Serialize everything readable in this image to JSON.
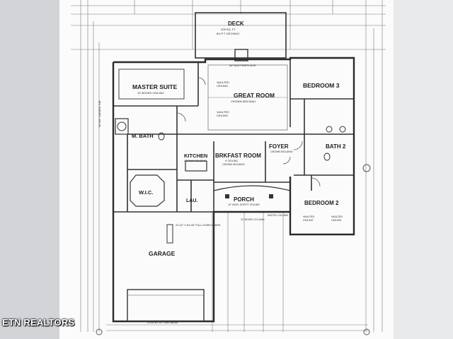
{
  "plan": {
    "rooms": {
      "deck": "DECK",
      "master_suite": "MASTER SUITE",
      "great_room": "GREAT ROOM",
      "bedroom_3": "BEDROOM 3",
      "m_bath": "M. BATH",
      "kitchen": "KITCHEN",
      "brkfast_room": "BRKFAST ROOM",
      "foyer": "FOYER",
      "bath_2": "BATH 2",
      "wic": "W.I.C.",
      "lau": "LAU.",
      "porch": "PORCH",
      "bedroom_2": "BEDROOM 2",
      "garage": "GARAGE"
    },
    "notes": {
      "deck_area": "208 SQ. FT.",
      "deck_ceiling": "8/4 P.T. DECKING",
      "master_ceiling": "10' BOXED CEILING",
      "fireplace": "36\"GAS FIREPLACE",
      "vaulted_1": "VAULTED",
      "vaulted_2": "CEILING",
      "crown_1": "VAULTED",
      "crown_2": "CEILING",
      "crown_3": "CROWN MOLDING",
      "kitchen_sub": "CROWN MOLDING",
      "brk_sub_1": "9' CEILING",
      "brk_sub_2": "CROWN MOLDING",
      "foyer_sub": "CROWN MOLDING",
      "porch_sub": "10' VINYL SOFFIT CEILING",
      "bed2_note_1": "VAULTED",
      "bed2_note_2": "CEILING",
      "bed2_note_3": "VAULTED",
      "bed2_note_4": "CEILING",
      "garage_stairs": "22-1/2\" X 54-1/8\" FULL-DOWN STAIRS",
      "beam": "3-2X8 W/ 1/2\" LAM. BEAM",
      "tub": "60\"X60\" GARDEN TUB",
      "columns": "8X8 PSL COLUMN",
      "boxed_columns": "12\" BOXED COLUMN"
    }
  },
  "watermark": "ETN REALTORS"
}
